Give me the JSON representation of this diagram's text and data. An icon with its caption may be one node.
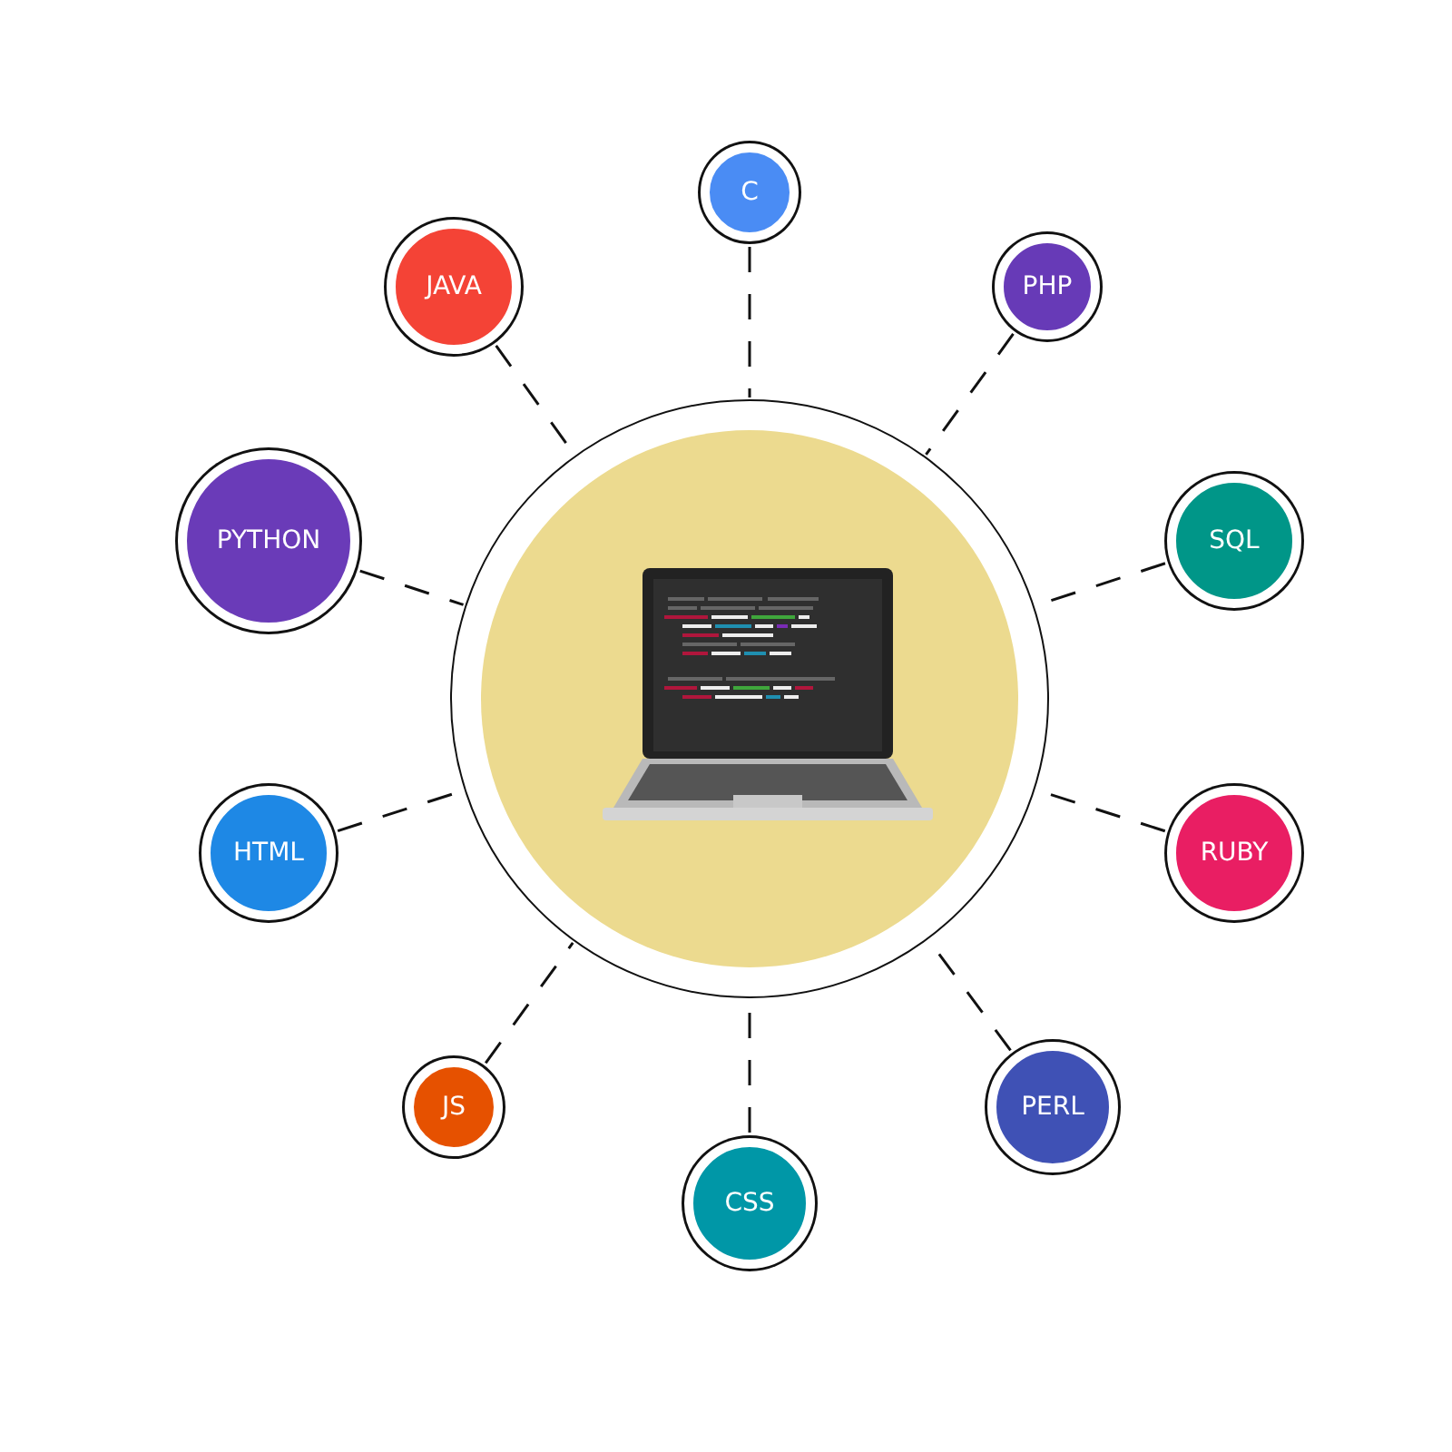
{
  "diagram": {
    "nodes": [
      {
        "text": [],
        "shape": "circle"
      },
      {
        "text": [
          "C"
        ]
      },
      {
        "text": [
          "JAVA"
        ]
      },
      {
        "text": [
          "PHP"
        ]
      },
      {
        "text": [
          "PYTHON"
        ]
      },
      {
        "text": [
          "SQL"
        ]
      },
      {
        "text": [
          "HTML"
        ]
      },
      {
        "text": [
          "RUBY"
        ]
      },
      {
        "text": [
          "JS"
        ]
      },
      {
        "text": [
          "PERL"
        ]
      },
      {
        "text": [
          "CSS"
        ]
      }
    ],
    "edges": [
      {
        "from": 1,
        "to": 0,
        "arrow": "none",
        "style": "dashed"
      },
      {
        "from": 2,
        "to": 0,
        "arrow": "none",
        "style": "dashed"
      },
      {
        "from": 3,
        "to": 0,
        "arrow": "none",
        "style": "dashed"
      },
      {
        "from": 4,
        "to": 0,
        "arrow": "none",
        "style": "dashed"
      },
      {
        "from": 5,
        "to": 0,
        "arrow": "none",
        "style": "dashed"
      },
      {
        "from": 6,
        "to": 0,
        "arrow": "none",
        "style": "dashed"
      },
      {
        "from": 7,
        "to": 0,
        "arrow": "none",
        "style": "dashed"
      },
      {
        "from": 8,
        "to": 0,
        "arrow": "none",
        "style": "dashed"
      },
      {
        "from": 9,
        "to": 0,
        "arrow": "none",
        "style": "dashed"
      },
      {
        "from": 10,
        "to": 0,
        "arrow": "none",
        "style": "dashed"
      }
    ]
  }
}
